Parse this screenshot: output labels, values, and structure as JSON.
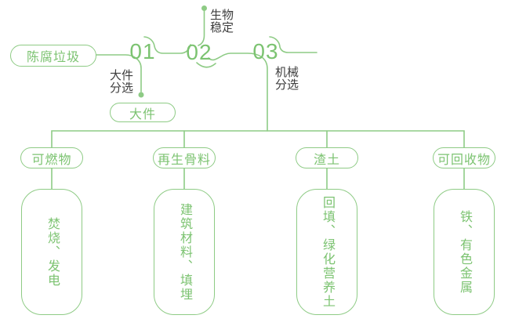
{
  "colors": {
    "line_green": "#8ecb85",
    "text_green": "#7cc371",
    "text_dark": "#3d3d3d"
  },
  "flow": {
    "source_label": "陈腐垃圾",
    "steps": [
      {
        "number": "01",
        "process": "大件\n分选",
        "output": "大件"
      },
      {
        "number": "02",
        "process": "生物\n稳定"
      },
      {
        "number": "03",
        "process": "机械\n分选"
      }
    ]
  },
  "branches": [
    {
      "category": "可燃物",
      "disposal": "焚烧、发电"
    },
    {
      "category": "再生骨料",
      "disposal": "建筑材料、填埋"
    },
    {
      "category": "渣土",
      "disposal": "回填、绿化营养土"
    },
    {
      "category": "可回收物",
      "disposal": "铁、有色金属"
    }
  ]
}
